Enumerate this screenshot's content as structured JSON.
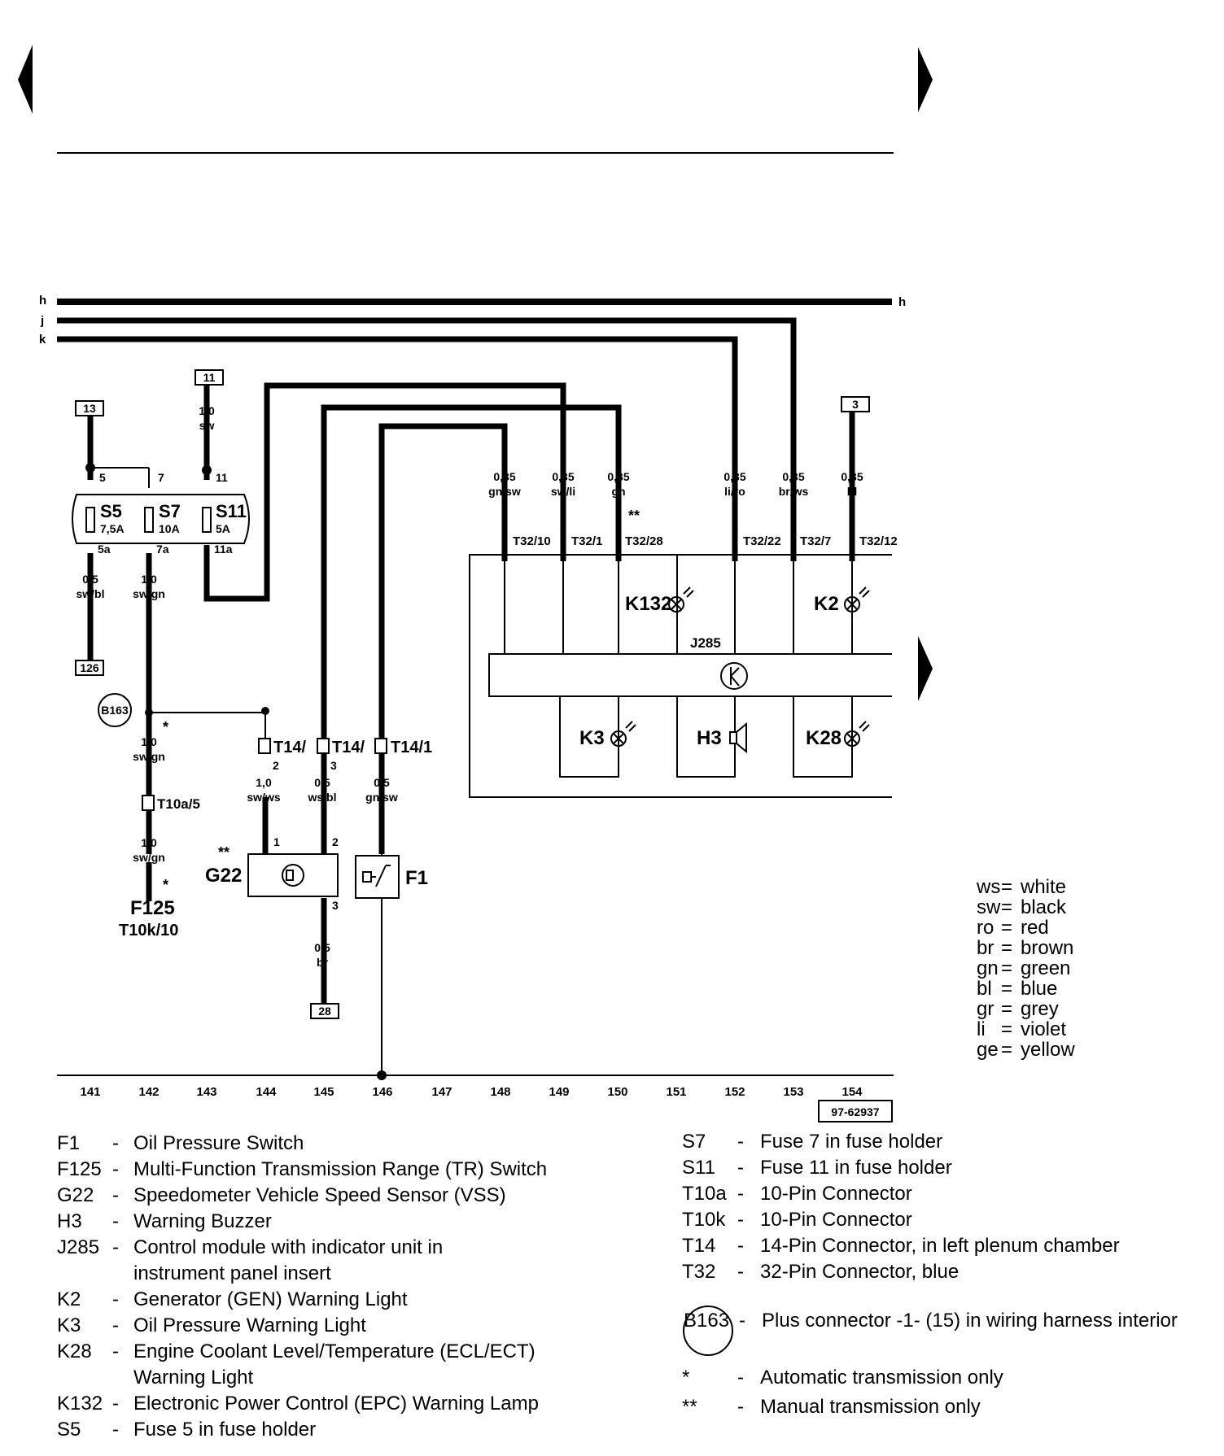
{
  "bus_labels": [
    "h",
    "j",
    "k",
    "h"
  ],
  "terminals": [
    "13",
    "11",
    "3",
    "126",
    "28"
  ],
  "fuses": [
    {
      "name": "S5",
      "pin_in": "5",
      "pin_out": "5a",
      "rating": "7,5A",
      "wire_out": {
        "size": "0,5",
        "color": "sw/bl"
      }
    },
    {
      "name": "S7",
      "pin_in": "7",
      "pin_out": "7a",
      "rating": "10A",
      "wire_out": {
        "size": "1,0",
        "color": "sw/gn"
      }
    },
    {
      "name": "S11",
      "pin_in": "11",
      "pin_out": "11a",
      "rating": "5A"
    }
  ],
  "wire_11": {
    "size": "1,0",
    "color": "sw"
  },
  "j285_wires": [
    {
      "size": "0,35",
      "color": "gn/sw",
      "pin": "T32/10"
    },
    {
      "size": "0,35",
      "color": "sw/li",
      "pin": "T32/1"
    },
    {
      "size": "0,35",
      "color": "gn",
      "pin": "T32/28"
    },
    {
      "size": "0,35",
      "color": "li/ro",
      "pin": "T32/22"
    },
    {
      "size": "0,35",
      "color": "br/ws",
      "pin": "T32/7"
    },
    {
      "size": "0,35",
      "color": "bl",
      "pin": "T32/12"
    }
  ],
  "star": "*",
  "double_star": "**",
  "components": {
    "k132": "K132",
    "k2": "K2",
    "j285": "J285",
    "k3": "K3",
    "h3": "H3",
    "k28": "K28",
    "g22": "G22",
    "f1": "F1",
    "f125": "F125",
    "t10k": "T10k/10",
    "t10a": "T10a/5",
    "b163": "B163"
  },
  "t14": [
    {
      "label": "T14/",
      "pin": "2",
      "size": "1,0",
      "color": "sw/ws",
      "g_pin": "1"
    },
    {
      "label": "T14/",
      "pin": "3",
      "size": "0,5",
      "color": "ws/bl",
      "g_pin": "2"
    },
    {
      "label": "T14/1",
      "size": "0,5",
      "color": "gn/sw"
    }
  ],
  "wire_b163_down": {
    "size": "1,0",
    "color": "sw/gn"
  },
  "wire_t10a_down": {
    "size": "1,0",
    "color": "sw/gn"
  },
  "g22_ground": {
    "pin": "3",
    "size": "0,5",
    "color": "br"
  },
  "tracks": [
    "141",
    "142",
    "143",
    "144",
    "145",
    "146",
    "147",
    "148",
    "149",
    "150",
    "151",
    "152",
    "153",
    "154"
  ],
  "figure_id": "97-62937",
  "color_codes": [
    {
      "abbr": "ws",
      "name": "white"
    },
    {
      "abbr": "sw",
      "name": "black"
    },
    {
      "abbr": "ro",
      "name": "red"
    },
    {
      "abbr": "br",
      "name": "brown"
    },
    {
      "abbr": "gn",
      "name": "green"
    },
    {
      "abbr": "bl",
      "name": "blue"
    },
    {
      "abbr": "gr",
      "name": "grey"
    },
    {
      "abbr": "li",
      "name": "violet"
    },
    {
      "abbr": "ge",
      "name": "yellow"
    }
  ],
  "legend_left": [
    {
      "code": "F1",
      "dash": "-",
      "desc": "Oil Pressure Switch"
    },
    {
      "code": "F125",
      "dash": "-",
      "desc": "Multi-Function Transmission Range (TR) Switch"
    },
    {
      "code": "G22",
      "dash": "-",
      "desc": "Speedometer Vehicle Speed Sensor (VSS)"
    },
    {
      "code": "H3",
      "dash": "-",
      "desc": "Warning Buzzer"
    },
    {
      "code": "J285",
      "dash": "-",
      "desc": "Control module with indicator unit in"
    },
    {
      "code": "",
      "dash": "",
      "desc": "instrument panel insert"
    },
    {
      "code": "K2",
      "dash": "-",
      "desc": "Generator (GEN) Warning Light"
    },
    {
      "code": "K3",
      "dash": "-",
      "desc": "Oil Pressure Warning Light"
    },
    {
      "code": "K28",
      "dash": "-",
      "desc": "Engine Coolant Level/Temperature (ECL/ECT)"
    },
    {
      "code": "",
      "dash": "",
      "desc": "Warning Light"
    },
    {
      "code": "K132",
      "dash": "-",
      "desc": "Electronic Power Control (EPC) Warning Lamp"
    },
    {
      "code": "S5",
      "dash": "-",
      "desc": "Fuse 5 in fuse holder"
    }
  ],
  "legend_right": [
    {
      "code": "S7",
      "dash": "-",
      "desc": "Fuse 7 in fuse holder"
    },
    {
      "code": "S11",
      "dash": "-",
      "desc": "Fuse 11 in fuse holder"
    },
    {
      "code": "T10a",
      "dash": "-",
      "desc": "10-Pin Connector"
    },
    {
      "code": "T10k",
      "dash": "-",
      "desc": "10-Pin Connector"
    },
    {
      "code": "T14",
      "dash": "-",
      "desc": "14-Pin Connector, in left plenum chamber"
    },
    {
      "code": "T32",
      "dash": "-",
      "desc": "32-Pin Connector, blue"
    }
  ],
  "legend_b163": {
    "code": "B163",
    "dash": "-",
    "desc": "Plus connector -1- (15) in wiring harness interior"
  },
  "legend_star": {
    "code": "*",
    "dash": "-",
    "desc": "Automatic transmission only"
  },
  "legend_dstar": {
    "code": "**",
    "dash": "-",
    "desc": "Manual transmission only"
  }
}
